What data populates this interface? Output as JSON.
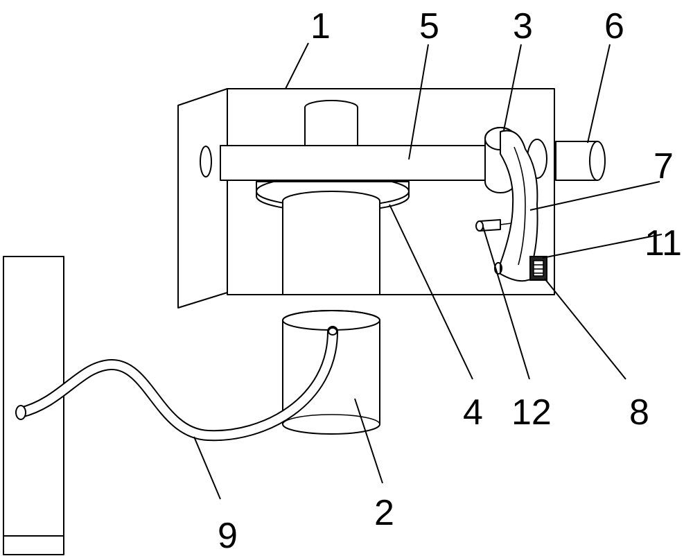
{
  "labels": {
    "l1": "1",
    "l2": "2",
    "l3": "3",
    "l4": "4",
    "l5": "5",
    "l6": "6",
    "l7": "7",
    "l8": "8",
    "l9": "9",
    "l11": "11",
    "l12": "12"
  }
}
